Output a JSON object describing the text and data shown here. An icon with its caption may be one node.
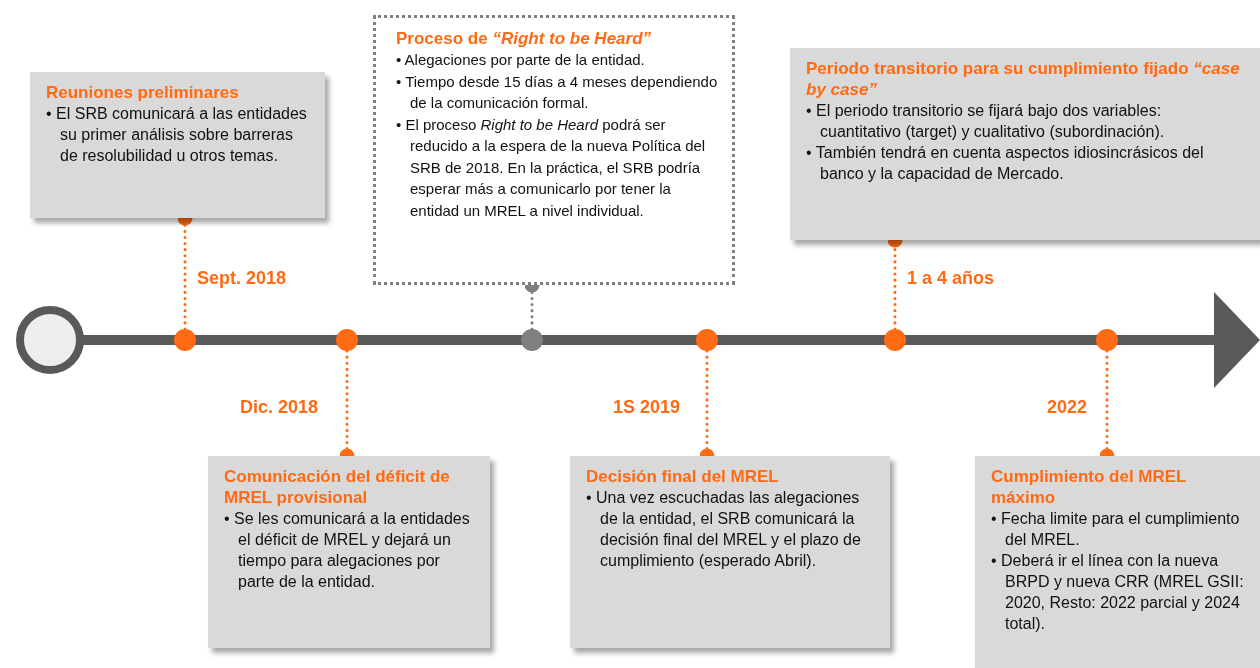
{
  "diagram": {
    "nodes": [
      {
        "text": [
          "Reuniones preliminares",
          "• El SRB comunicará a las entidades su primer análisis sobre barreras de resolubilidad u otros temas."
        ]
      },
      {
        "text": [
          "Proceso de *“Right to be Heard”*",
          "• Alegaciones por parte de la entidad.",
          "• Tiempo desde 15 días a 4 meses dependiendo de la comunicación formal.",
          "• El proceso *Right to be Heard* podrá ser reducido a la espera de la nueva Política del SRB de 2018. En la práctica, el SRB podría esperar más a comunicarlo por tener la entidad un MREL a nivel individual."
        ]
      },
      {
        "text": [
          "Periodo transitorio para su cumplimiento fijado *“case by case”*",
          "• El periodo transitorio se fijará bajo dos variables: cuantitativo (target) y cualitativo (subordinación).",
          "• También tendrá en cuenta aspectos idiosincrásicos del banco y la capacidad de Mercado."
        ]
      },
      {
        "text": [],
        "shape": "circle",
        "beside": [
          "Sept. 2018"
        ]
      },
      {
        "text": [],
        "shape": "circle",
        "beside": [
          "Dic. 2018"
        ]
      },
      {
        "text": [],
        "shape": "circle"
      },
      {
        "text": [],
        "shape": "circle",
        "beside": [
          "1S 2019"
        ]
      },
      {
        "text": [],
        "shape": "circle",
        "beside": [
          "1 a 4 años"
        ]
      },
      {
        "text": [],
        "shape": "circle",
        "beside": [
          "2022"
        ]
      },
      {
        "text": [
          "Comunicación del déficit de MREL provisional",
          "• Se les comunicará a la entidades el déficit de MREL y dejará un tiempo para alegaciones por parte de la entidad."
        ]
      },
      {
        "text": [
          "Decisión final del MREL",
          "• Una vez escuchadas las alegaciones de la entidad, el SRB comunicará la decisión final del MREL y el plazo de cumplimiento (esperado Abril)."
        ]
      },
      {
        "text": [
          "Cumplimiento del MREL máximo",
          "• Fecha limite para el cumplimiento del MREL.",
          "• Deberá ir el línea con la nueva BRPD y nueva CRR (MREL GSII: 2020, Resto: 2022 parcial y 2024 total)."
        ]
      }
    ],
    "edges": [
      {
        "from": 3,
        "to": 0,
        "arrow": "other",
        "style": "dashed"
      },
      {
        "from": 4,
        "to": 9,
        "arrow": "other",
        "style": "dashed"
      },
      {
        "from": 5,
        "to": 1,
        "arrow": "other",
        "style": "dashed",
        "color": "#7f7f7f"
      },
      {
        "from": 6,
        "to": 10,
        "arrow": "other",
        "style": "dashed"
      },
      {
        "from": 7,
        "to": 2,
        "arrow": "other",
        "style": "dashed"
      },
      {
        "from": 8,
        "to": 11,
        "arrow": "other",
        "style": "dashed"
      }
    ]
  }
}
